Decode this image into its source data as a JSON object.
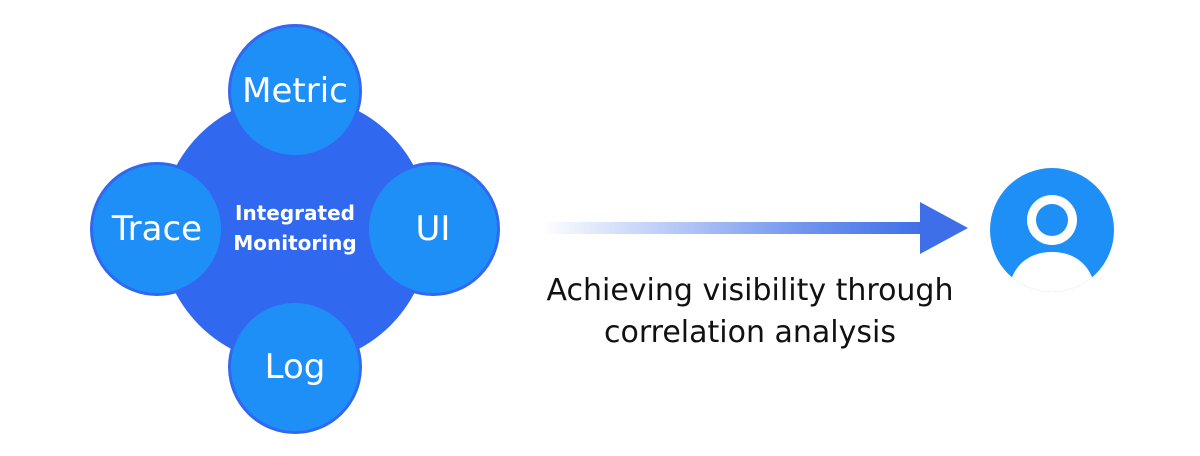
{
  "diagram": {
    "center_label": {
      "line1": "Integrated",
      "line2": "Monitoring"
    },
    "nodes": {
      "top": "Metric",
      "left": "Trace",
      "right": "UI",
      "bottom": "Log"
    },
    "caption": {
      "line1": "Achieving visibility through",
      "line2": "correlation analysis"
    },
    "target_icon": "user-icon"
  },
  "colors": {
    "hub": "#3168f0",
    "node": "#1f8ff8",
    "arrow": "#3f6fe8",
    "user_icon": "#1f8ff8"
  }
}
